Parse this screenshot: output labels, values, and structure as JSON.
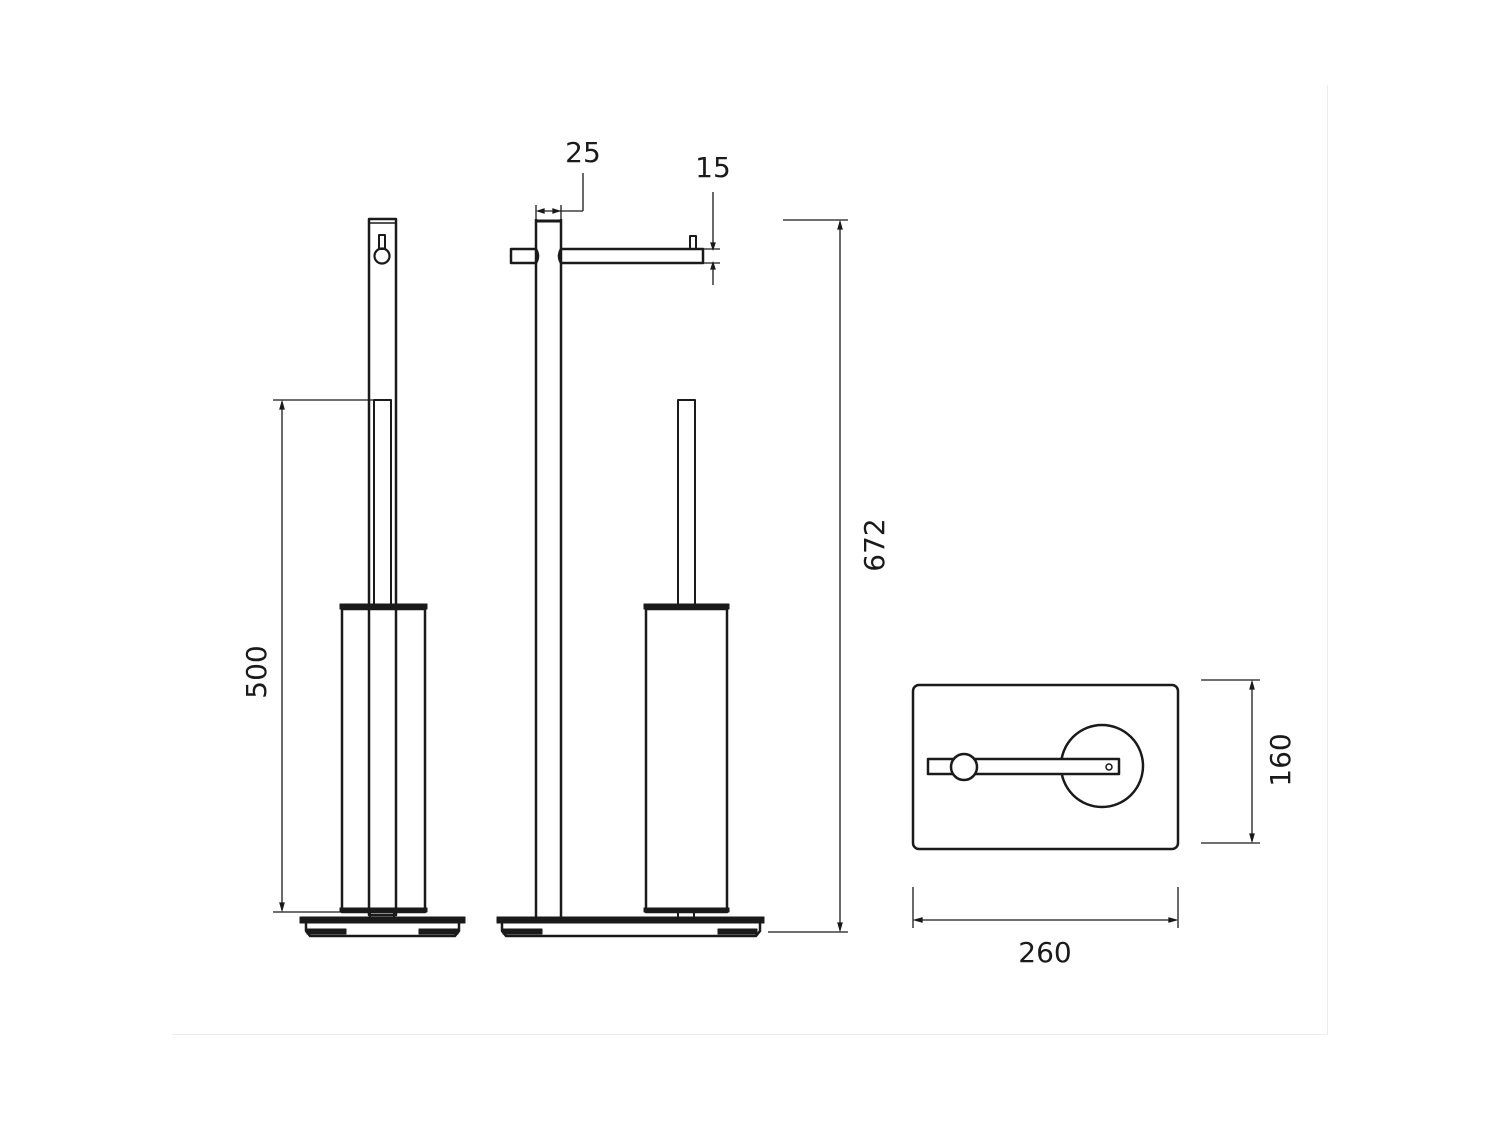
{
  "drawing": {
    "type": "technical dimension drawing",
    "subject": "freestanding toilet roll holder and toilet brush stand",
    "units": "mm",
    "views": [
      {
        "name": "side view",
        "label": ""
      },
      {
        "name": "front view",
        "label": ""
      },
      {
        "name": "top view",
        "label": ""
      }
    ],
    "dimensions": {
      "brush_height": "500",
      "pole_width": "25",
      "roll_arm_thickness": "15",
      "total_height": "672",
      "base_depth": "160",
      "base_width": "260"
    },
    "colors": {
      "line": "#1a1a1a",
      "background": "#ffffff",
      "frame": "#ececec"
    }
  }
}
